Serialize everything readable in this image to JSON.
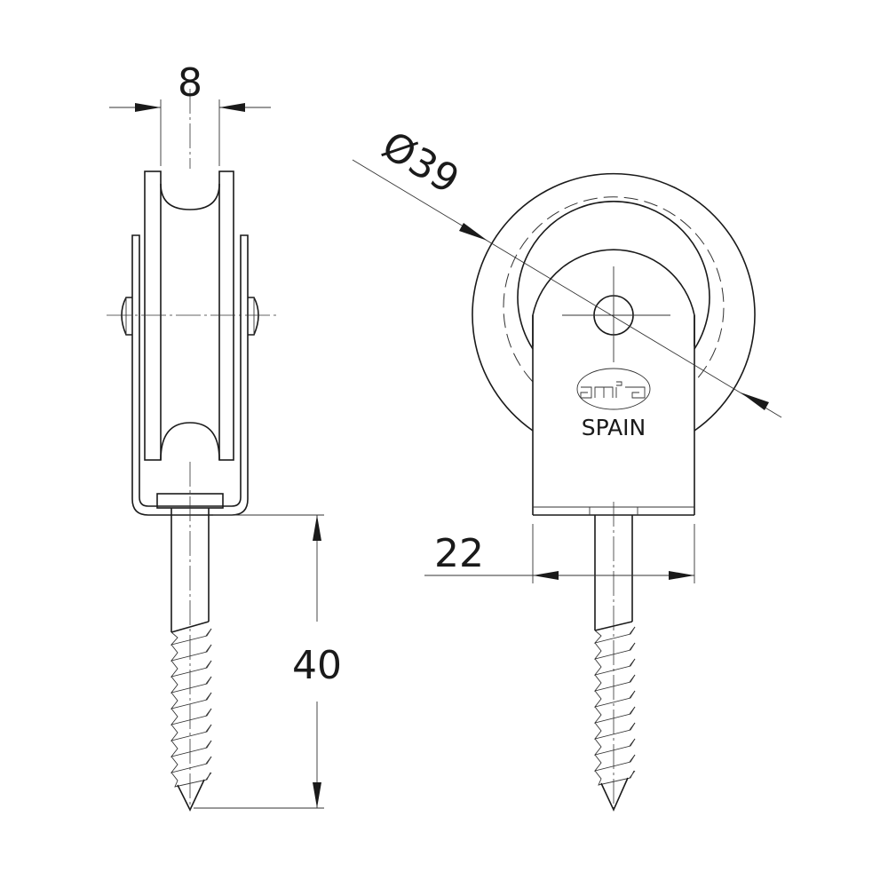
{
  "drawing": {
    "subject": "pulley wheel with screw hook",
    "views": [
      "side-view",
      "front-view"
    ],
    "dimensions": {
      "groove_width": "8",
      "wheel_diameter": "Ø39",
      "bracket_width": "22",
      "screw_length": "40"
    },
    "marking": {
      "logo": "amig",
      "origin": "SPAIN"
    },
    "colors": {
      "line": "#1a1a1a",
      "background": "#ffffff"
    }
  }
}
